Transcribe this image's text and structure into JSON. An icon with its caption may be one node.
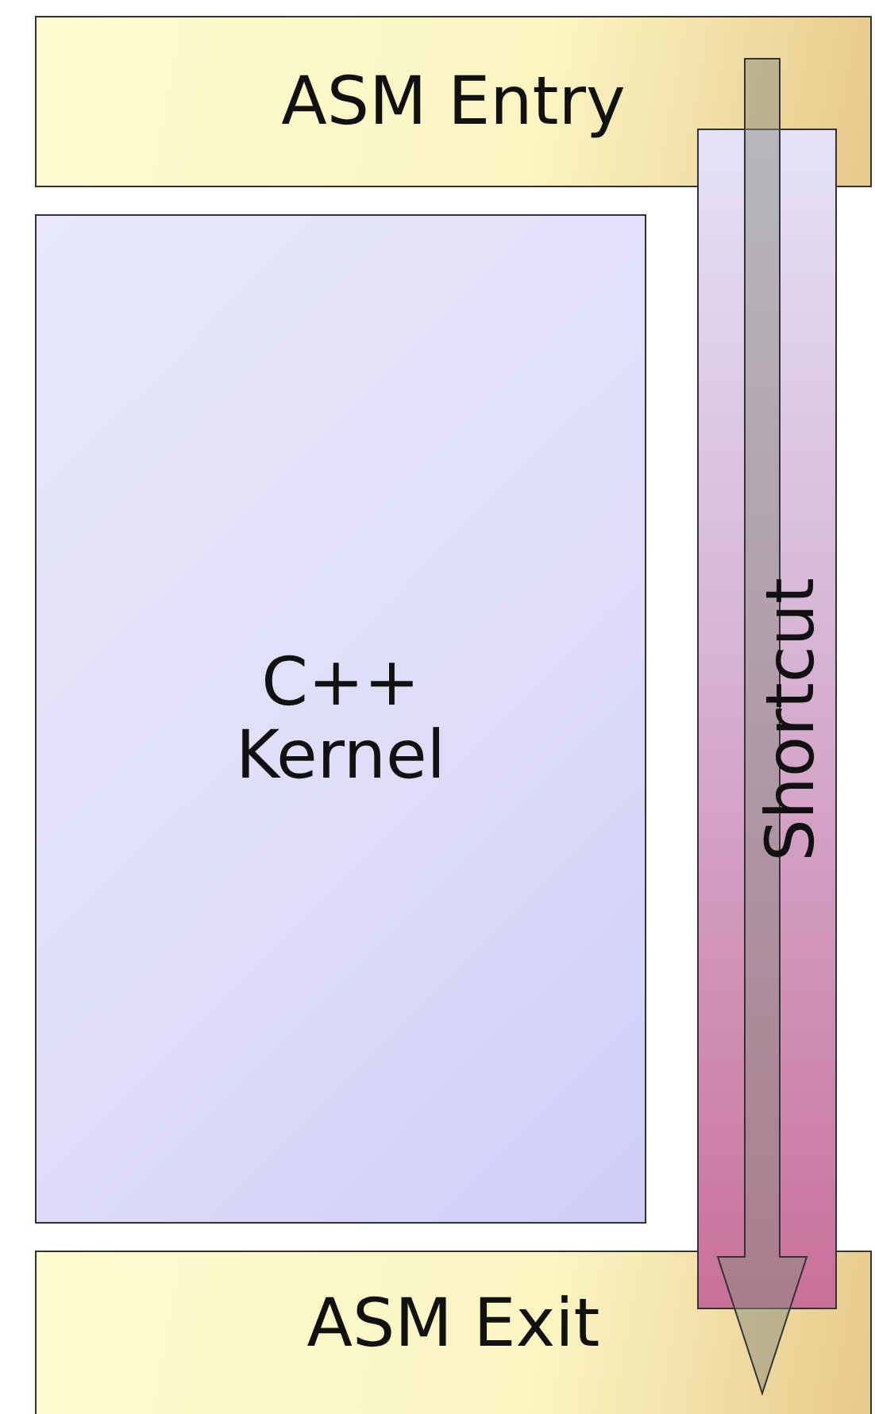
{
  "diagram": {
    "nodes": [
      {
        "text": [
          "ASM Entry"
        ]
      },
      {
        "text": [
          "C++ Kernel"
        ]
      },
      {
        "text": [
          "Shortcut"
        ]
      },
      {
        "text": [
          "ASM Exit"
        ]
      }
    ],
    "edges": [
      {
        "from": 0,
        "to": 3,
        "arrow": "to"
      }
    ]
  }
}
